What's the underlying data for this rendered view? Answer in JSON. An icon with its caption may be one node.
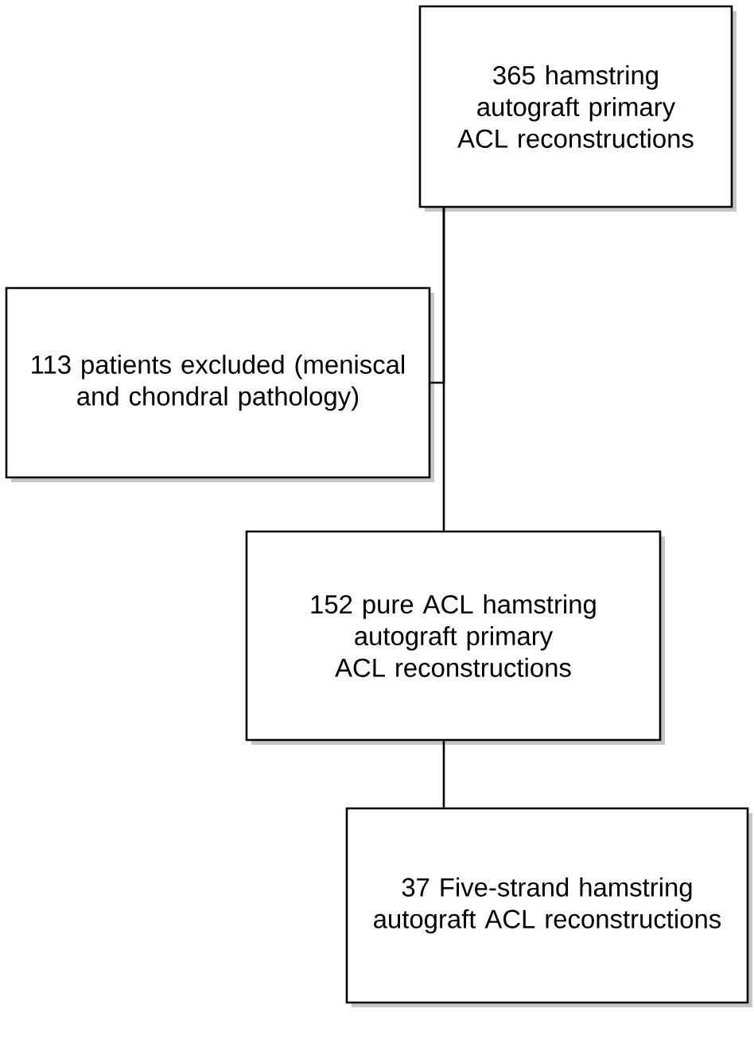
{
  "diagram": {
    "nodes": [
      {
        "text": [
          "365 hamstring autograft primary ACL reconstructions"
        ]
      },
      {
        "text": [
          "113 patients excluded (meniscal and chondral pathology)"
        ]
      },
      {
        "text": [
          "152 pure ACL hamstring autograft primary ACL reconstructions"
        ]
      },
      {
        "text": [
          "37 Five-strand hamstring autograft ACL reconstructions"
        ]
      }
    ],
    "edges": [
      {
        "from": 0,
        "to": 2,
        "arrow": "none"
      },
      {
        "from": 0,
        "to": 1,
        "arrow": "none"
      },
      {
        "from": 2,
        "to": 3,
        "arrow": "none"
      }
    ]
  }
}
